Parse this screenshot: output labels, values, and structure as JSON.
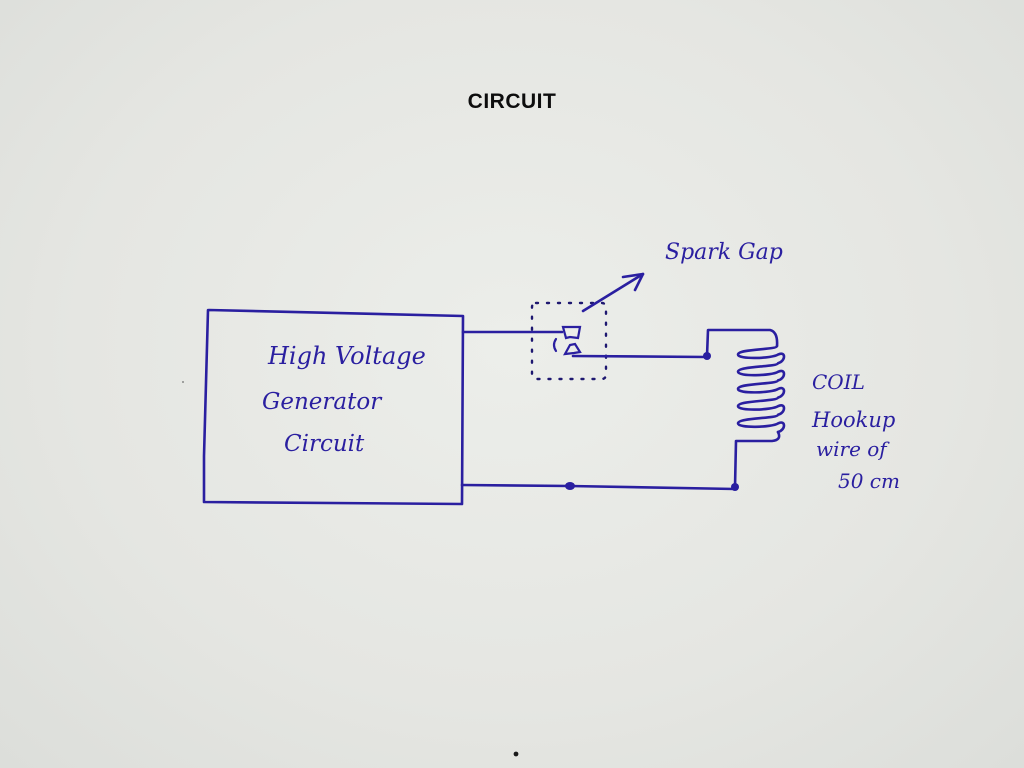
{
  "title": "CIRCUIT",
  "colors": {
    "ink": "#2a1fa0",
    "paper": "#e6e7e3",
    "title": "#0d0d0d"
  },
  "generator_block": {
    "label_lines": [
      "High Voltage",
      "Generator",
      "Circuit"
    ]
  },
  "spark_gap": {
    "label": "Spark Gap"
  },
  "coil": {
    "turns": 5,
    "label_lines": [
      "COIL",
      "Hookup",
      "wire of",
      "50 cm"
    ]
  }
}
